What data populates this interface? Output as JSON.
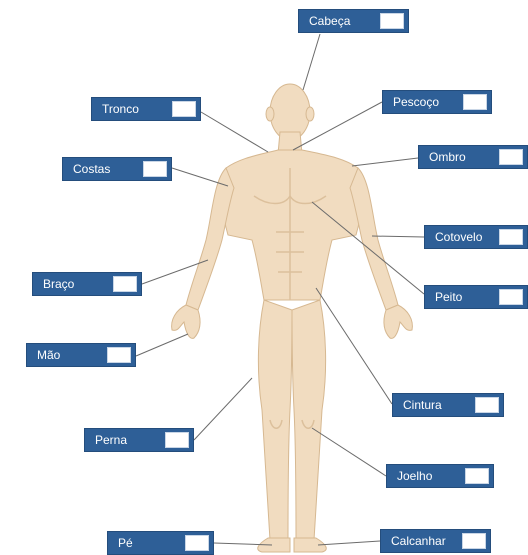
{
  "colors": {
    "label_bg": "#2e5f97",
    "skin": "#f1dcc0",
    "skin_shadow": "#dcc09c",
    "leader": "#6b6b6b"
  },
  "labels": {
    "cabeca": "Cabeça",
    "tronco": "Tronco",
    "pescoco": "Pescoço",
    "costas": "Costas",
    "ombro": "Ombro",
    "cotovelo": "Cotovelo",
    "braco": "Braço",
    "peito": "Peito",
    "mao": "Mão",
    "cintura": "Cintura",
    "perna": "Perna",
    "joelho": "Joelho",
    "pe": "Pé",
    "calcanhar": "Calcanhar"
  },
  "answer_boxes": {
    "cabeca": "",
    "tronco": "",
    "pescoco": "",
    "costas": "",
    "ombro": "",
    "cotovelo": "",
    "braco": "",
    "peito": "",
    "mao": "",
    "cintura": "",
    "perna": "",
    "joelho": "",
    "pe": "",
    "calcanhar": ""
  }
}
